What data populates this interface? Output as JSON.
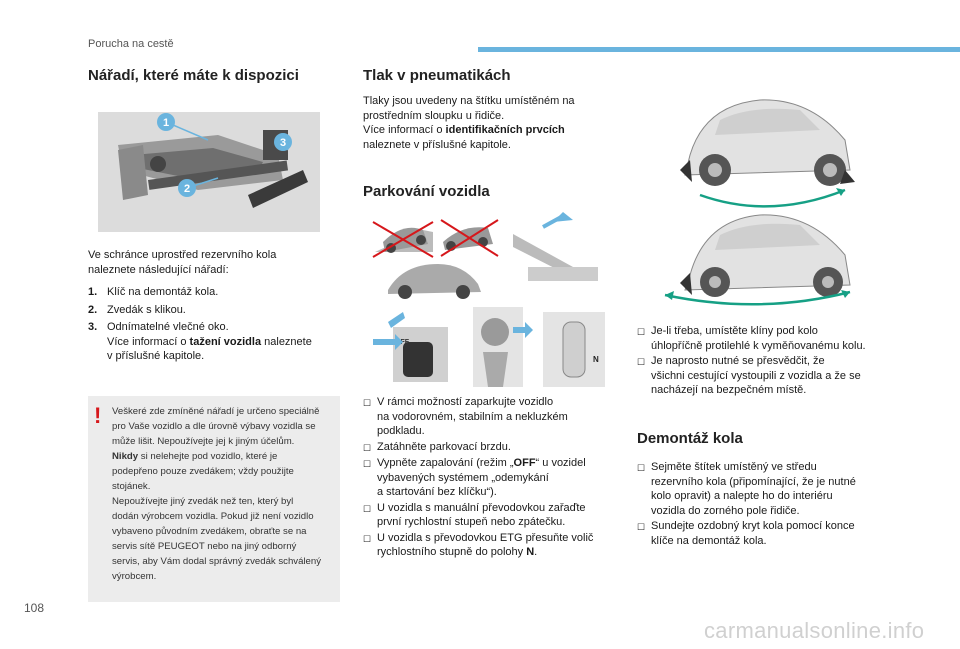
{
  "header": {
    "section": "Porucha na cestě",
    "accent": "#6ab4de"
  },
  "page_number": "108",
  "watermark": "carmanualsonline.info",
  "col1": {
    "title": "Nářadí, které máte k dispozici",
    "intro_l1": "Ve schránce uprostřed rezervního kola",
    "intro_l2": "naleznete následující nářadí:",
    "items": [
      {
        "num": "1.",
        "text": "Klíč na demontáž kola."
      },
      {
        "num": "2.",
        "text": "Zvedák s klikou."
      },
      {
        "num": "3.",
        "l1": "Odnímatelné vlečné oko.",
        "l2a": "Více informací o ",
        "l2b": "tažení vozidla",
        "l2c": " naleznete",
        "l3": "v příslušné kapitole."
      }
    ],
    "callouts": [
      "1",
      "2",
      "3"
    ],
    "warning": {
      "mark": "!",
      "l1": "Veškeré zde zmíněné nářadí je určeno speciálně",
      "l2": "pro Vaše vozidlo a dle úrovně výbavy vozidla se",
      "l3": "může lišit. Nepoužívejte jej k jiným účelům.",
      "l4a": "Nikdy",
      "l4b": " si nelehejte pod vozidlo, které je",
      "l5": "podepřeno pouze zvedákem; vždy použijte",
      "l6": "stojánek.",
      "l7": "Nepoužívejte jiný zvedák než ten, který byl",
      "l8": "dodán výrobcem vozidla. Pokud již není vozidlo",
      "l9": "vybaveno původním zvedákem, obraťte se na",
      "l10": "servis sítě PEUGEOT nebo na jiný odborný",
      "l11": "servis, aby Vám dodal správný zvedák schválený",
      "l12": "výrobcem."
    }
  },
  "col2": {
    "title1": "Tlak v pneumatikách",
    "p1_l1": "Tlaky jsou uvedeny na štítku umístěném na",
    "p1_l2": "prostředním sloupku u řidiče.",
    "p1_l3a": "Více informací o ",
    "p1_l3b": "identifikačních prvcích",
    "p1_l4": "naleznete v příslušné kapitole.",
    "title2": "Parkování vozidla",
    "gear_off": "OFF",
    "gear_n": "N",
    "bullets": {
      "b1_l1": "V rámci možností zaparkujte vozidlo",
      "b1_l2": "na vodorovném, stabilním a nekluzkém",
      "b1_l3": "podkladu.",
      "b2_l1": "Zatáhněte parkovací brzdu.",
      "b3_l1a": "Vypněte zapalování (režim „",
      "b3_l1b": "OFF",
      "b3_l1c": "“ u vozidel",
      "b3_l2": "vybavených systémem „odemykání",
      "b3_l3": "a startování bez klíčku“).",
      "b4_l1": "U vozidla s manuální převodovkou zařaďte",
      "b4_l2": "první rychlostní stupeň nebo zpátečku.",
      "b5_l1": "U vozidla s převodovkou ETG přesuňte volič",
      "b5_l2a": "rychlostního stupně do polohy ",
      "b5_l2b": "N",
      "b5_l2c": "."
    }
  },
  "col3": {
    "bullets": {
      "b1_l1": "Je-li třeba, umístěte klíny pod kolo",
      "b1_l2": "úhlopříčně protilehlé k vyměňovanému kolu.",
      "b2_l1": "Je naprosto nutné se přesvědčit, že",
      "b2_l2": "všichni cestující vystoupili z vozidla a že se",
      "b2_l3": "nacházejí na bezpečném místě."
    },
    "title": "Demontáž kola",
    "bullets2": {
      "b1_l1": "Sejměte štítek umístěný ve středu",
      "b1_l2": "rezervního kola (připomínající, že je nutné",
      "b1_l3": "kolo opravit) a nalepte ho do interiéru",
      "b1_l4": "vozidla do zorného pole řidiče.",
      "b2_l1": "Sundejte ozdobný kryt kola pomocí konce",
      "b2_l2": "klíče na demontáž kola."
    }
  },
  "bullet_glyph": "☐"
}
